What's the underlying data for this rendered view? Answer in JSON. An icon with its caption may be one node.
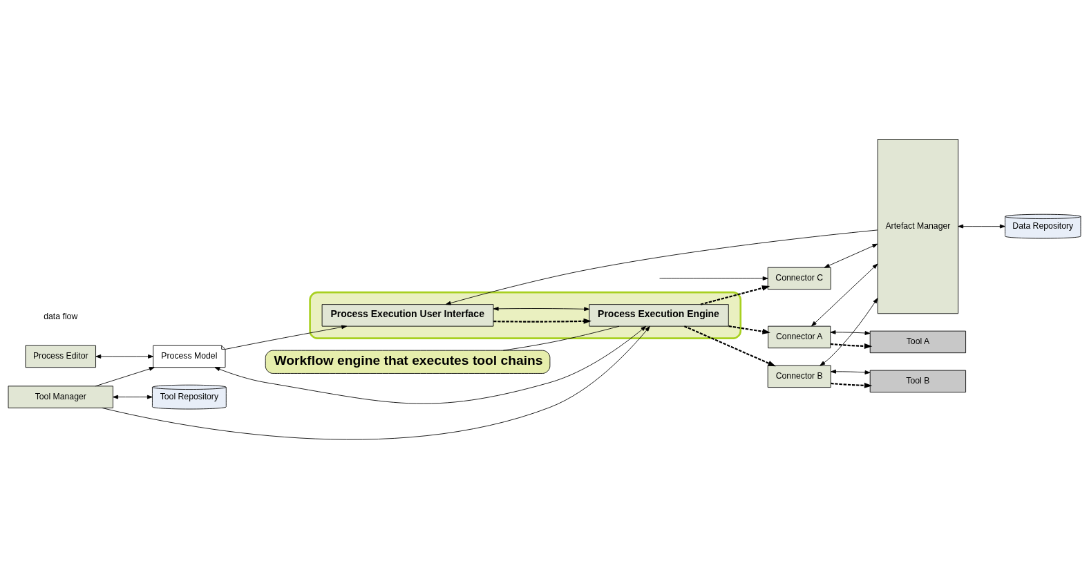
{
  "diagram": {
    "nodes": [
      {
        "text": [
          "Process Editor"
        ]
      },
      {
        "text": [
          "Process Model"
        ]
      },
      {
        "text": [],
        "shape": "box"
      },
      {
        "text": [
          "Process Execution User Interface"
        ],
        "in": 2
      },
      {
        "text": [
          "Process Execution Engine"
        ],
        "in": 2
      },
      {
        "text": [
          "Connector A"
        ]
      },
      {
        "text": [
          "Tool A"
        ]
      },
      {
        "text": [
          "Connector B"
        ]
      },
      {
        "text": [
          "Tool B"
        ]
      },
      {
        "text": [
          "Connector C"
        ]
      },
      {
        "text": [
          "Artefact Manager"
        ]
      },
      {
        "text": [
          "Data Repository"
        ]
      },
      {
        "text": [
          "Tool Manager"
        ]
      },
      {
        "text": [
          "Tool Repository"
        ]
      },
      {
        "text": [
          "Workflow engine that executes tool chains"
        ]
      }
    ],
    "edges": [
      {
        "from": 0,
        "to": 1,
        "arrow": "both"
      },
      {
        "from": 1,
        "to": 3,
        "arrow": "to"
      },
      {
        "from": 1,
        "to": 4,
        "arrow": "both"
      },
      {
        "from": 3,
        "to": 4,
        "arrow": "to",
        "style": "dashed"
      },
      {
        "from": 4,
        "to": 3,
        "arrow": "both"
      },
      {
        "from": 10,
        "to": 3,
        "arrow": "to"
      },
      {
        "from": 4,
        "to": 5,
        "arrow": "to",
        "style": "dashed"
      },
      {
        "from": 4,
        "to": 7,
        "arrow": "to",
        "style": "dashed"
      },
      {
        "from": 4,
        "to": 9,
        "arrow": "to",
        "style": "dashed"
      },
      {
        "from": 5,
        "to": 6,
        "arrow": "to",
        "style": "dashed"
      },
      {
        "from": 5,
        "to": 6,
        "arrow": "both"
      },
      {
        "from": 7,
        "to": 8,
        "arrow": "to",
        "style": "dashed"
      },
      {
        "from": 7,
        "to": 8,
        "arrow": "both"
      },
      {
        "from": null,
        "to": 9,
        "arrow": "to"
      },
      {
        "from": 5,
        "to": 10,
        "arrow": "both"
      },
      {
        "from": 7,
        "to": 10,
        "arrow": "both"
      },
      {
        "from": 9,
        "to": 10,
        "arrow": "both"
      },
      {
        "from": 10,
        "to": 11,
        "arrow": "both"
      },
      {
        "from": 12,
        "to": 4,
        "arrow": "to"
      },
      {
        "from": 12,
        "to": 1,
        "arrow": "to"
      },
      {
        "from": 12,
        "to": 13,
        "arrow": "both"
      },
      {
        "from": 14,
        "to": 4,
        "arrow": "none"
      }
    ],
    "labels": [
      "data flow"
    ]
  }
}
